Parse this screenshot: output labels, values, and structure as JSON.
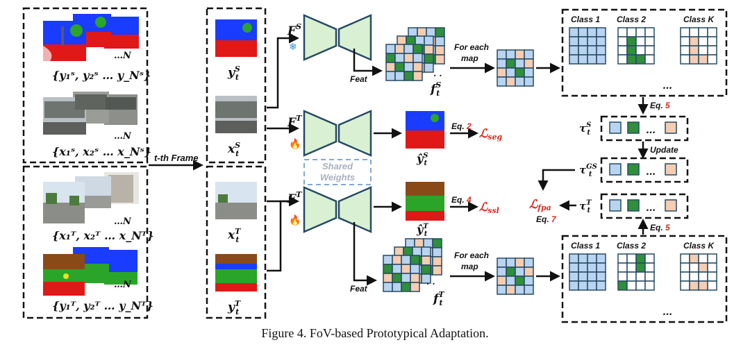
{
  "colors": {
    "blue": "#b8d4f0",
    "green": "#2f8f3a",
    "peach": "#f4cdb2",
    "grid_border": "#264a63",
    "net_fill": "#d9f0d3",
    "loss_red": "#d62a20",
    "sky": "#1a3cff",
    "road": "#e01818",
    "ground_brown": "#8a4a18",
    "veg": "#2aa52a",
    "shared_dash": "#7fa9d6",
    "snowflake": "#3a8fd8",
    "flame": "#f08a18"
  },
  "source_labels": {
    "y_set": "{y₁ˢ, y₂ˢ … y_Nˢ}",
    "x_set": "{x₁ˢ, x₂ˢ … x_Nˢ}",
    "n_top": "…N",
    "n_bottom": "…N"
  },
  "target_labels": {
    "x_set": "{x₁ᵀ, x₂ᵀ … x_Nᵀ}",
    "y_set": "{y₁ᵀ, y₂ᵀ … y_Nᵀ}",
    "n_top": "…N",
    "n_bottom": "…N"
  },
  "frame_label": "t-th Frame",
  "frame_items": {
    "ys": "y",
    "xs": "x",
    "xt": "x",
    "yt": "y",
    "ys_sup": "S",
    "xs_sup": "S",
    "xt_sup": "T",
    "yt_sup": "T",
    "sub": "t"
  },
  "networks": {
    "fs": "F",
    "fs_sup": "S",
    "ft1": "F",
    "ft1_sup": "T",
    "ft2": "F",
    "ft2_sup": "T",
    "shared_line1": "Shared",
    "shared_line2": "Weights",
    "feat_top": "Feat",
    "feat_bottom": "Feat"
  },
  "features": {
    "fs": "f",
    "fs_sub": "t",
    "fs_sup": "S",
    "ft": "f",
    "ft_sub": "t",
    "ft_sup": "T",
    "ellipsis_top": ". .",
    "ellipsis_bottom": ". ."
  },
  "for_each": {
    "top_line1": "For each",
    "top_line2": "map",
    "bottom_line1": "For each",
    "bottom_line2": "map"
  },
  "class_boxes": {
    "top": [
      "Class 1",
      "Class 2",
      "Class K"
    ],
    "bottom": [
      "Class 1",
      "Class 2",
      "Class K"
    ],
    "ellipsis": "…"
  },
  "predictions": {
    "seg_eq": "Eq.",
    "seg_eq_num": "2",
    "seg_loss": "ℒ",
    "seg_loss_sub": "seg",
    "ssl_eq": "Eq.",
    "ssl_eq_num": "4",
    "ssl_loss": "ℒ",
    "ssl_loss_sub": "ssl",
    "ys_hat": "ŷ",
    "ys_hat_sup": "S",
    "yt_hat": "ŷ",
    "yt_hat_sup": "T",
    "hat_sub": "t"
  },
  "prototypes": {
    "tau": "τ",
    "sub": "t",
    "s_sup": "S",
    "gs_sup": "GS",
    "t_sup": "T",
    "eq5_top": "Eq.",
    "eq5_top_num": "5",
    "eq5_bottom": "Eq.",
    "eq5_bottom_num": "5",
    "update": "Update",
    "fpa_loss": "ℒ",
    "fpa_sub": "fpa",
    "eq7": "Eq. 7",
    "ellipsis": "…"
  },
  "caption": "Figure 4. FoV-based Prototypical Adaptation."
}
